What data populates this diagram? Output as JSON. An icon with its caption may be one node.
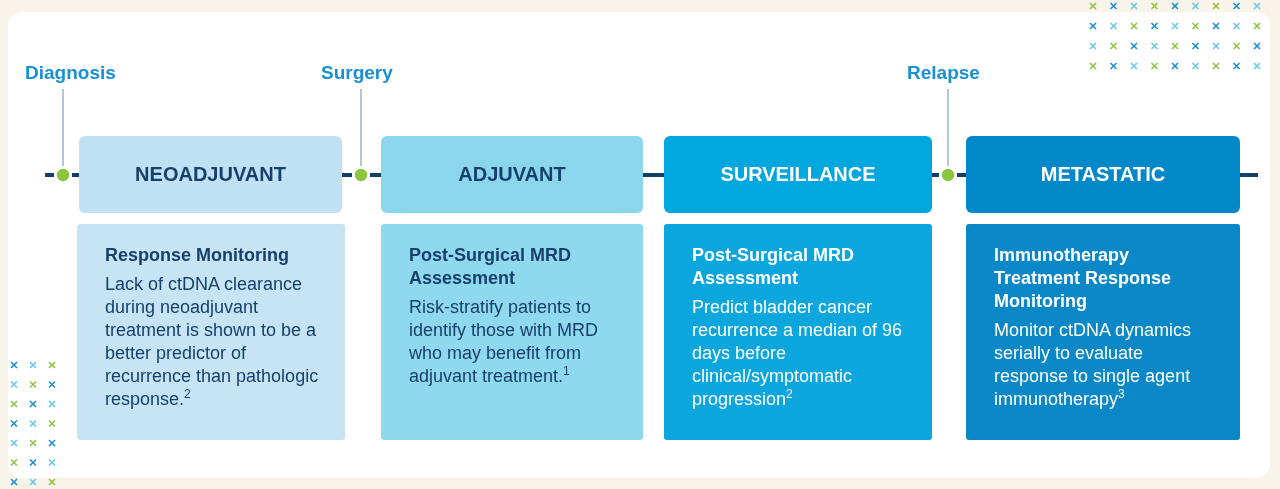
{
  "diagram": {
    "nodes": [
      {
        "text": [
          "Diagnosis"
        ]
      },
      {
        "text": [],
        "shape": "circle"
      },
      {
        "text": [
          "NEOADJUVANT"
        ]
      },
      {
        "text": [
          "Response Monitoring",
          "Lack of ctDNA clearance during neoadjuvant treatment is shown to be a better predictor of recurrence than pathologic response.$^{2}$"
        ]
      },
      {
        "text": [
          "Surgery"
        ]
      },
      {
        "text": [],
        "shape": "circle"
      },
      {
        "text": [
          "ADJUVANT"
        ]
      },
      {
        "text": [
          "Post-Surgical MRD Assessment",
          "Risk-stratify patients to identify those with MRD who may benefit from adjuvant treatment.$^{1}$"
        ]
      },
      {
        "text": [
          "SURVEILLANCE"
        ]
      },
      {
        "text": [
          "Post-Surgical MRD Assessment",
          "Predict bladder cancer recurrence a median of 96 days before clinical/symptomatic progression$^{2}$"
        ]
      },
      {
        "text": [
          "Relapse"
        ]
      },
      {
        "text": [],
        "shape": "circle"
      },
      {
        "text": [
          "METASTATIC"
        ]
      },
      {
        "text": [
          "Immunotherapy Treatment Response Monitoring",
          "Monitor ctDNA dynamics serially to evaluate response to single agent immunotherapy$^{3}$"
        ]
      }
    ],
    "edges": [
      {
        "from": 0,
        "to": 1,
        "arrow": "none",
        "color": "#7fa1bf"
      },
      {
        "from": 4,
        "to": 5,
        "arrow": "none",
        "color": "#7fa1bf"
      },
      {
        "from": 10,
        "to": 11,
        "arrow": "none",
        "color": "#7fa1bf"
      },
      {
        "from": null,
        "to": 1,
        "arrow": "none"
      },
      {
        "from": 1,
        "to": 2,
        "arrow": "none"
      },
      {
        "from": 2,
        "to": 5,
        "arrow": "none"
      },
      {
        "from": 5,
        "to": 6,
        "arrow": "none"
      },
      {
        "from": 6,
        "to": 8,
        "arrow": "none"
      },
      {
        "from": 8,
        "to": 11,
        "arrow": "none"
      },
      {
        "from": 11,
        "to": 12,
        "arrow": "none"
      },
      {
        "from": 12,
        "to": null,
        "arrow": "none"
      }
    ]
  }
}
